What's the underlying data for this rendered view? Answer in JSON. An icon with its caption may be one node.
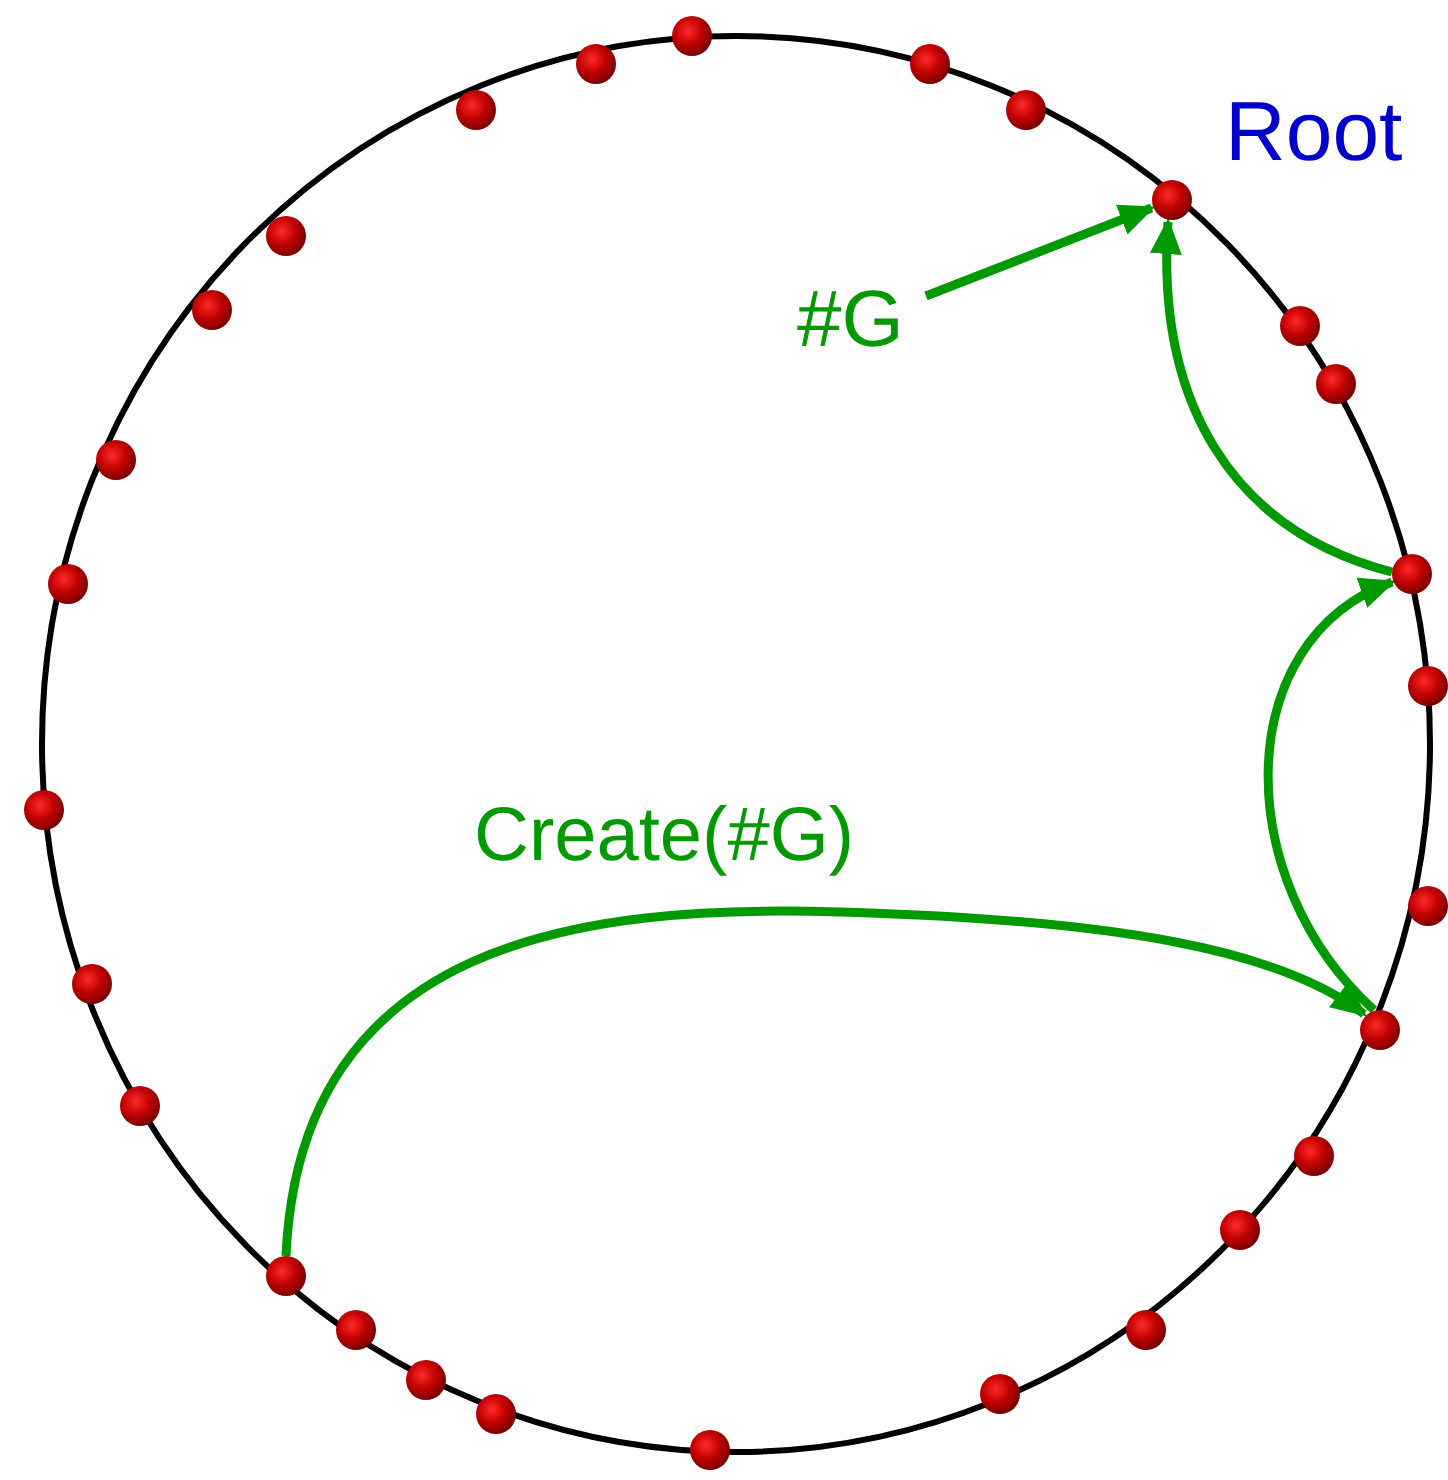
{
  "diagram": {
    "nodes": [
      {
        "text": [],
        "shape": "circle"
      },
      {
        "text": [],
        "shape": "circle"
      },
      {
        "text": [],
        "shape": "circle"
      },
      {
        "text": [],
        "shape": "circle"
      },
      {
        "text": [],
        "shape": "circle"
      },
      {
        "text": [],
        "shape": "circle",
        "beside": [
          "Root"
        ]
      },
      {
        "text": [],
        "shape": "circle"
      },
      {
        "text": [],
        "shape": "circle"
      },
      {
        "text": [
          "#G"
        ]
      },
      {
        "text": [],
        "shape": "circle"
      },
      {
        "text": [],
        "shape": "circle"
      },
      {
        "text": [],
        "shape": "circle"
      },
      {
        "text": [],
        "shape": "circle"
      },
      {
        "text": [],
        "shape": "circle"
      },
      {
        "text": [],
        "shape": "circle"
      },
      {
        "text": [],
        "shape": "circle"
      },
      {
        "text": [],
        "shape": "circle"
      },
      {
        "text": [],
        "shape": "circle"
      },
      {
        "text": [],
        "shape": "circle"
      },
      {
        "text": [],
        "shape": "circle"
      },
      {
        "text": [],
        "shape": "circle"
      },
      {
        "text": [],
        "shape": "circle"
      },
      {
        "text": [],
        "shape": "circle"
      },
      {
        "text": [],
        "shape": "circle"
      },
      {
        "text": [],
        "shape": "circle"
      },
      {
        "text": [],
        "shape": "circle"
      },
      {
        "text": [],
        "shape": "circle"
      },
      {
        "text": [],
        "shape": "circle"
      },
      {
        "text": [],
        "shape": "circle"
      }
    ],
    "edges": [
      {
        "from": 22,
        "to": 18,
        "arrow": "to",
        "label": "Create(#G)"
      },
      {
        "from": 18,
        "to": 12,
        "arrow": "to"
      },
      {
        "from": 12,
        "to": 5,
        "arrow": "to"
      },
      {
        "from": 8,
        "to": 5,
        "arrow": "to"
      }
    ]
  }
}
